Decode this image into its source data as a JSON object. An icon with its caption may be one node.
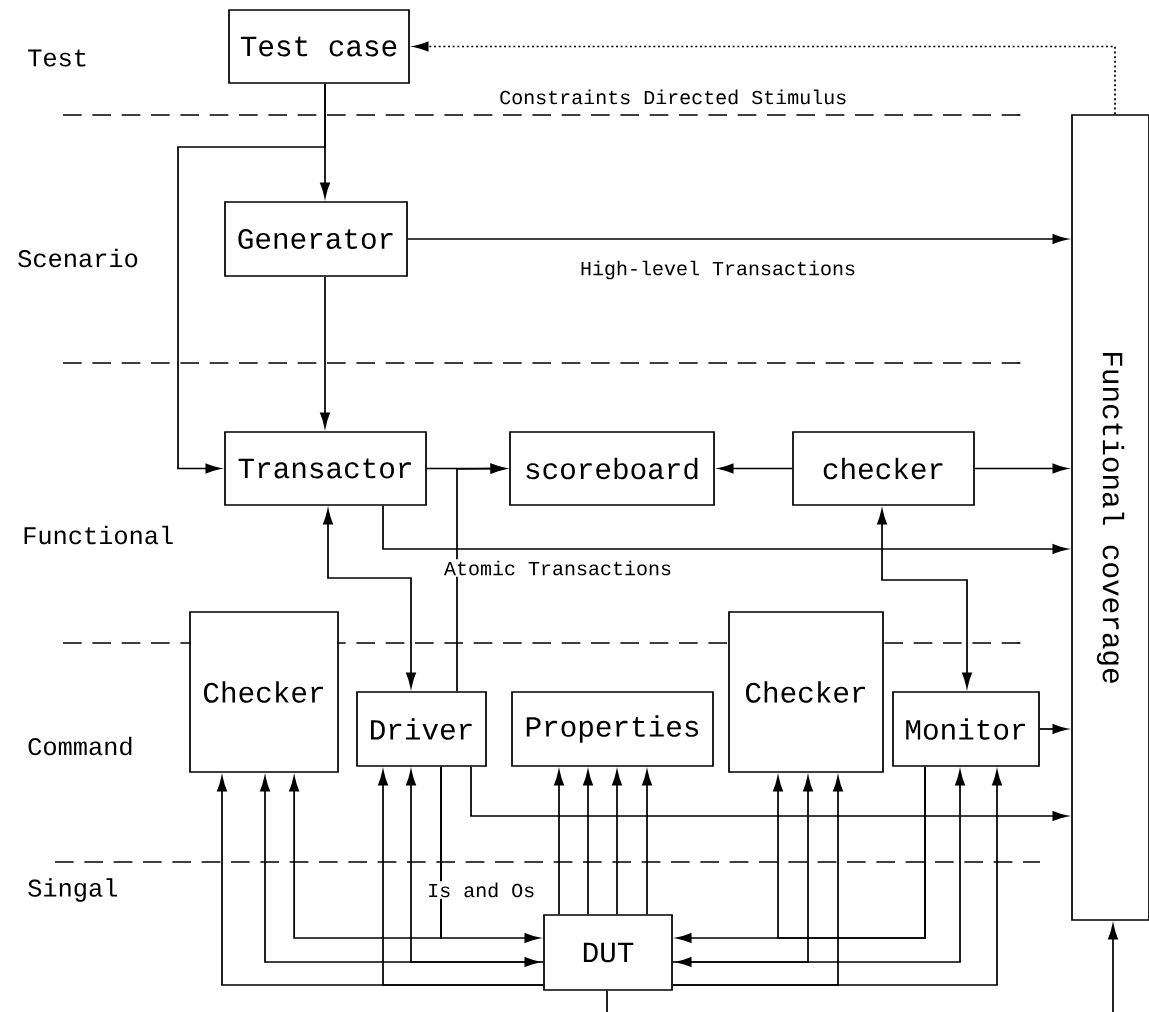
{
  "diagram": {
    "nodes": [
      {
        "text": [
          "Test case"
        ]
      },
      {
        "text": [
          "Generator"
        ]
      },
      {
        "text": [
          "Transactor"
        ]
      },
      {
        "text": [
          "scoreboard"
        ]
      },
      {
        "text": [
          "checker"
        ]
      },
      {
        "text": [
          "Functional coverage"
        ]
      },
      {
        "text": [
          "Checker"
        ]
      },
      {
        "text": [
          "Driver"
        ]
      },
      {
        "text": [
          "Properties"
        ]
      },
      {
        "text": [
          "Checker"
        ]
      },
      {
        "text": [
          "Monitor"
        ]
      },
      {
        "text": [
          "DUT"
        ]
      }
    ],
    "edges": [
      {
        "from": 0,
        "to": 1,
        "arrow": "to"
      },
      {
        "from": 0,
        "to": 2,
        "arrow": "to"
      },
      {
        "from": 1,
        "to": 5,
        "arrow": "to",
        "label": "High-level Transactions"
      },
      {
        "from": 1,
        "to": 2,
        "arrow": "to"
      },
      {
        "from": 2,
        "to": 3,
        "arrow": "to"
      },
      {
        "from": 7,
        "to": 3,
        "arrow": "to"
      },
      {
        "from": 4,
        "to": 3,
        "arrow": "to"
      },
      {
        "from": 4,
        "to": 5,
        "arrow": "to"
      },
      {
        "from": 2,
        "to": 5,
        "arrow": "to",
        "label": "Atomic Transactions"
      },
      {
        "from": 2,
        "to": 7,
        "arrow": "both"
      },
      {
        "from": 4,
        "to": 10,
        "arrow": "both"
      },
      {
        "from": 10,
        "to": 5,
        "arrow": "to"
      },
      {
        "from": 7,
        "to": 5,
        "arrow": "to"
      },
      {
        "from": 7,
        "to": 11,
        "arrow": "to"
      },
      {
        "from": 7,
        "to": 6,
        "arrow": "to"
      },
      {
        "from": 11,
        "to": 7,
        "arrow": "both"
      },
      {
        "from": 11,
        "to": 6,
        "arrow": "to"
      },
      {
        "from": 11,
        "to": 6,
        "arrow": "to"
      },
      {
        "from": 11,
        "to": 7,
        "arrow": "to"
      },
      {
        "from": 11,
        "to": 8,
        "arrow": "to"
      },
      {
        "from": 11,
        "to": 8,
        "arrow": "to"
      },
      {
        "from": 11,
        "to": 8,
        "arrow": "to"
      },
      {
        "from": 11,
        "to": 8,
        "arrow": "to"
      },
      {
        "from": 10,
        "to": 11,
        "arrow": "to"
      },
      {
        "from": 10,
        "to": 9,
        "arrow": "to"
      },
      {
        "from": 11,
        "to": 10,
        "arrow": "both"
      },
      {
        "from": 11,
        "to": 9,
        "arrow": "to"
      },
      {
        "from": 11,
        "to": 10,
        "arrow": "to"
      },
      {
        "from": 11,
        "to": 9,
        "arrow": "to"
      },
      {
        "from": 5,
        "to": 0,
        "arrow": "to",
        "style": "dashed"
      },
      {
        "from": null,
        "to": 5,
        "arrow": "to"
      },
      {
        "from": 11,
        "to": null,
        "arrow": "none"
      }
    ],
    "labels": [
      "Test",
      "Constraints Directed Stimulus",
      "Scenario",
      "Functional",
      "Command",
      "Is and Os",
      "Singal"
    ]
  }
}
